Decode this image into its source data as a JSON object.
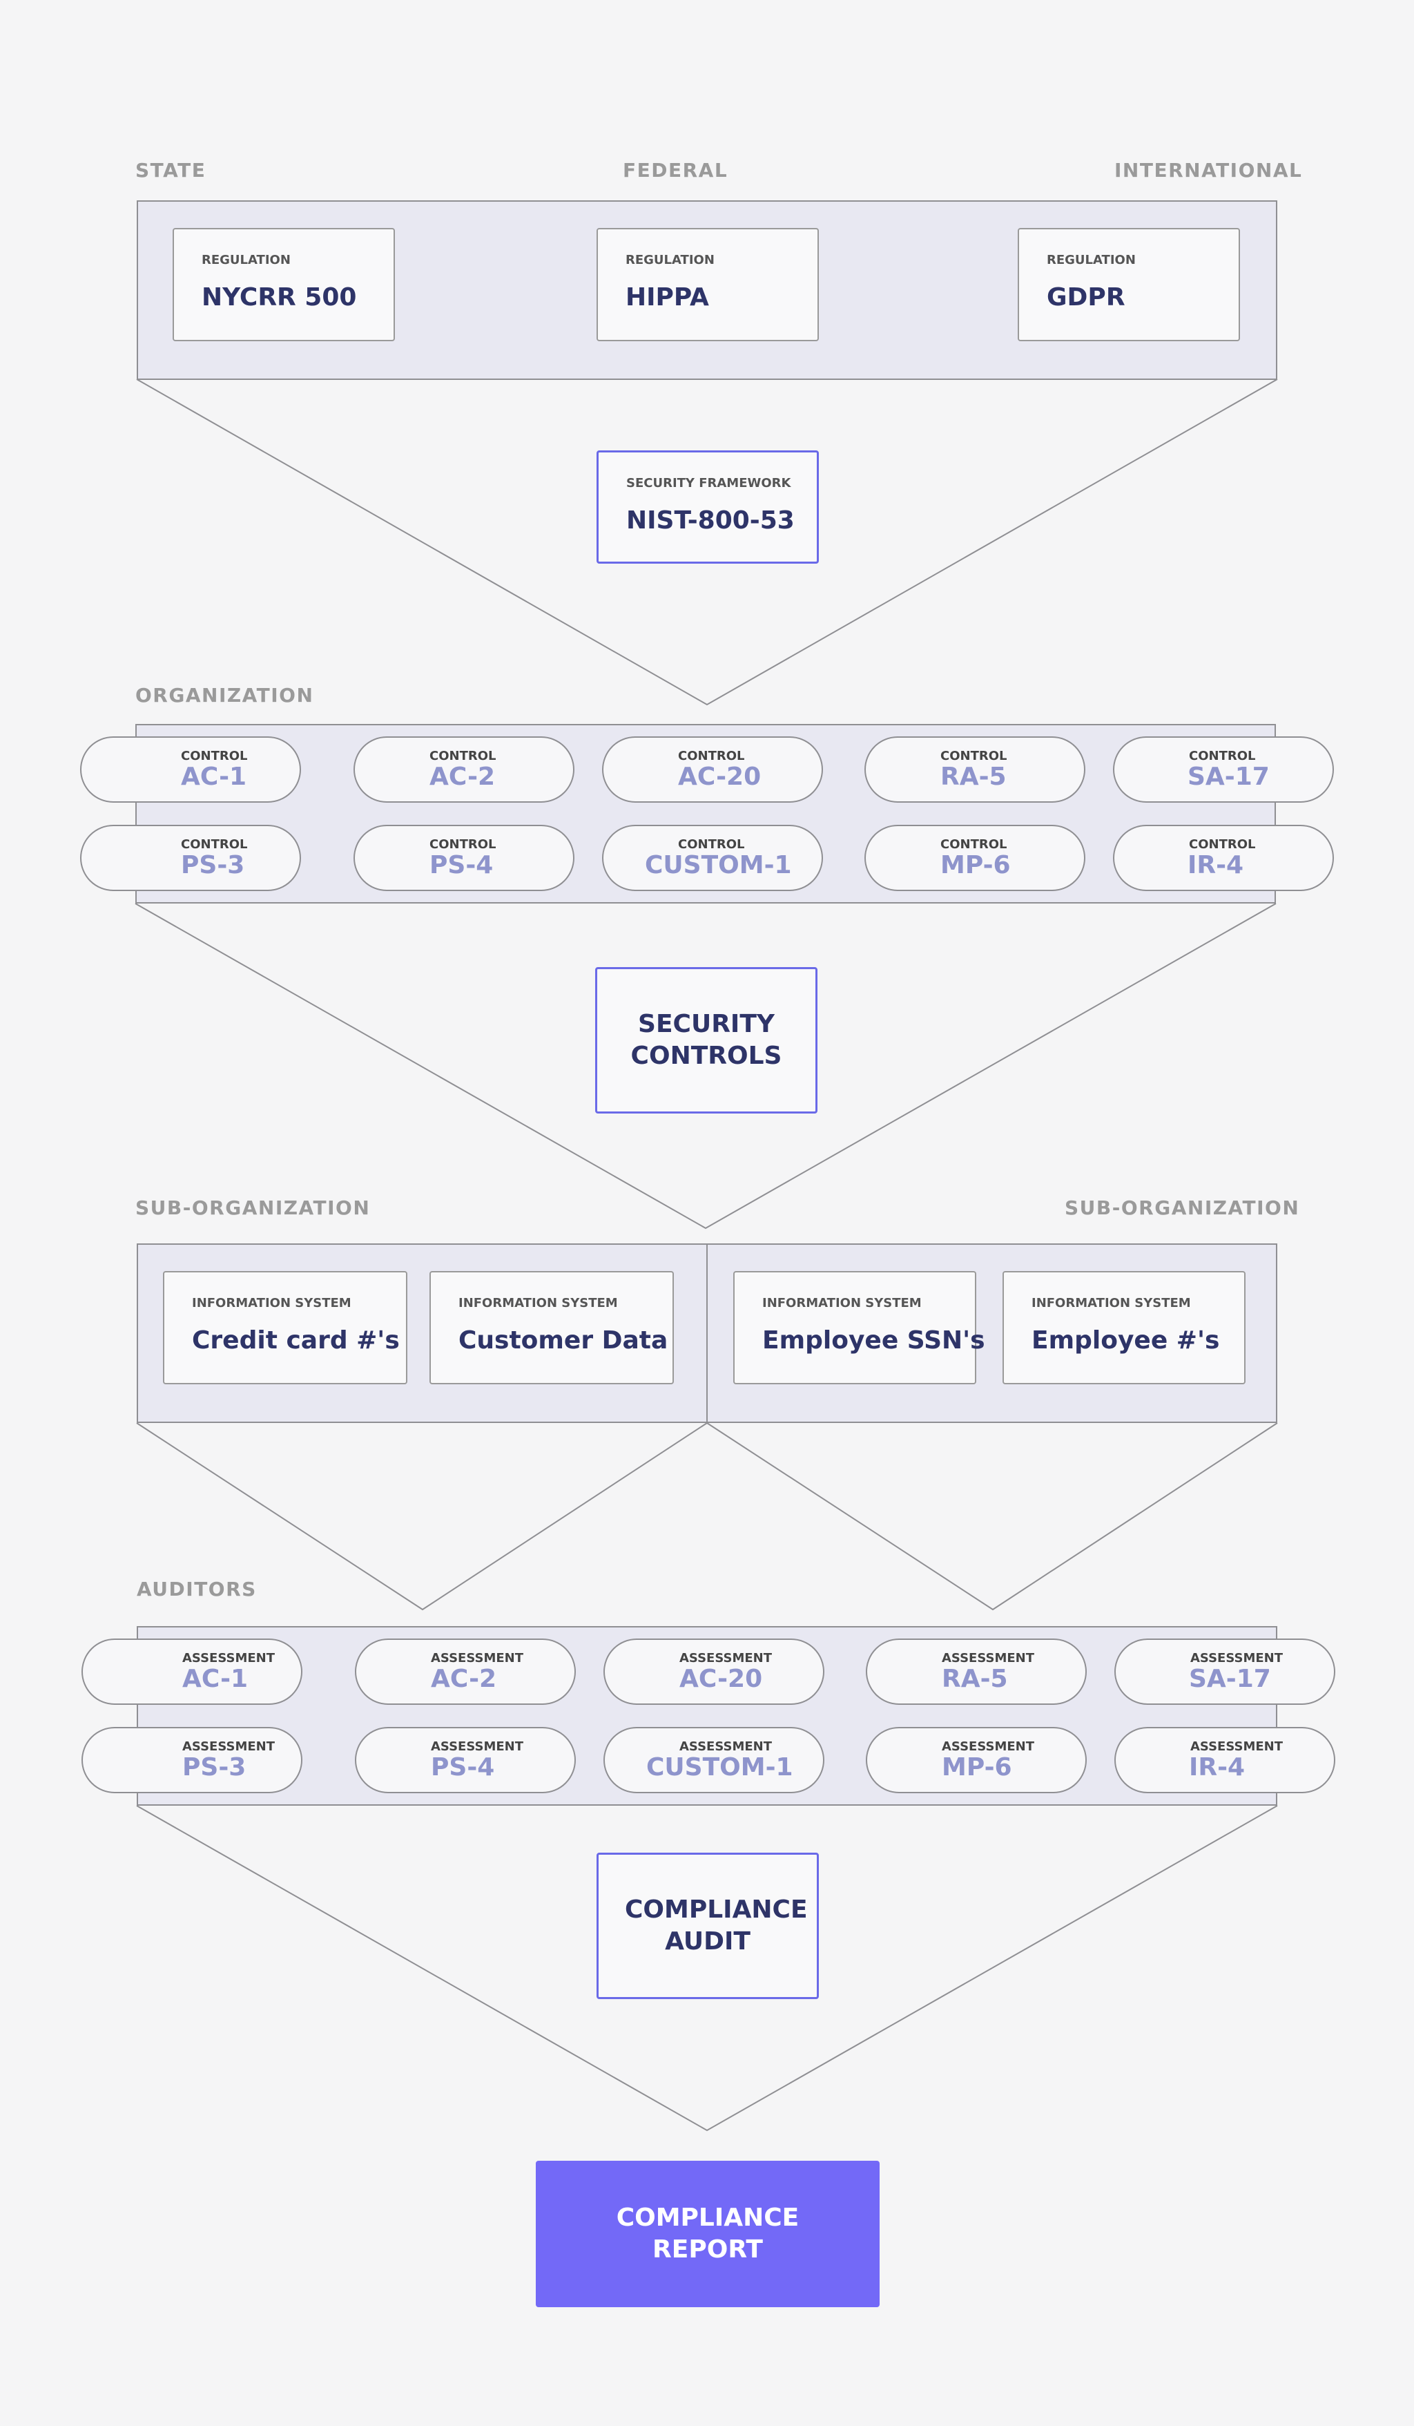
{
  "labels": {
    "state": "STATE",
    "federal": "FEDERAL",
    "international": "INTERNATIONAL",
    "organization": "ORGANIZATION",
    "sub_org_left": "SUB-ORGANIZATION",
    "sub_org_right": "SUB-ORGANIZATION",
    "auditors": "AUDITORS"
  },
  "regulations": [
    {
      "kicker": "REGULATION",
      "value": "NYCRR 500"
    },
    {
      "kicker": "REGULATION",
      "value": "HIPPA"
    },
    {
      "kicker": "REGULATION",
      "value": "GDPR"
    }
  ],
  "framework": {
    "kicker": "SECURITY FRAMEWORK",
    "value": "NIST-800-53"
  },
  "controls": {
    "tag": "CONTROL",
    "row1": [
      "AC-1",
      "AC-2",
      "AC-20",
      "RA-5",
      "SA-17"
    ],
    "row2": [
      "PS-3",
      "PS-4",
      "CUSTOM-1",
      "MP-6",
      "IR-4"
    ]
  },
  "security_controls": "SECURITY CONTROLS",
  "systems": [
    {
      "kicker": "INFORMATION SYSTEM",
      "value": "Credit card #'s"
    },
    {
      "kicker": "INFORMATION SYSTEM",
      "value": "Customer Data"
    },
    {
      "kicker": "INFORMATION SYSTEM",
      "value": "Employee SSN's"
    },
    {
      "kicker": "INFORMATION SYSTEM",
      "value": "Employee #'s"
    }
  ],
  "assessments": {
    "tag": "ASSESSMENT",
    "row1": [
      "AC-1",
      "AC-2",
      "AC-20",
      "RA-5",
      "SA-17"
    ],
    "row2": [
      "PS-3",
      "PS-4",
      "CUSTOM-1",
      "MP-6",
      "IR-4"
    ]
  },
  "compliance_audit": "COMPLIANCE AUDIT",
  "compliance_report": "COMPLIANCE REPORT",
  "colors": {
    "accent": "#6a6ae8",
    "report_fill": "#7369f7",
    "band_fill": "#e8e8f2",
    "value_text": "#2e3468",
    "pill_text": "#8e94cc"
  }
}
